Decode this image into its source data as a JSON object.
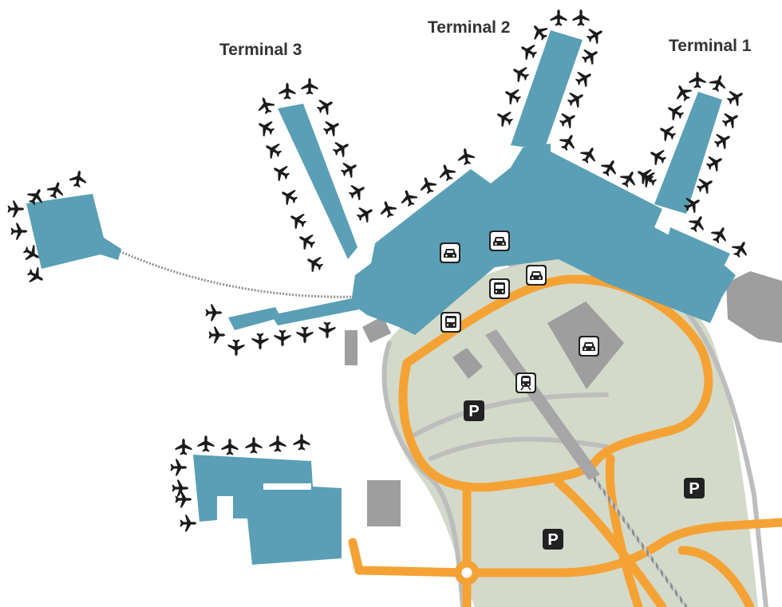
{
  "terminals": {
    "terminal_1": "Terminal 1",
    "terminal_2": "Terminal 2",
    "terminal_3": "Terminal 3"
  },
  "legend_symbols": {
    "parking": "P"
  },
  "colors": {
    "terminal": "#5a9fb5",
    "parking_area": "#d3dac9",
    "road": "#f5a235",
    "service_road": "#bdbdbd",
    "building": "#9e9e9e",
    "aircraft": "#1b1b1b",
    "icon_bg": "#222222",
    "background": "#ffffff"
  },
  "icons": [
    "taxi-icon",
    "bus-icon",
    "train-icon",
    "parking-icon",
    "airplane-icon"
  ]
}
